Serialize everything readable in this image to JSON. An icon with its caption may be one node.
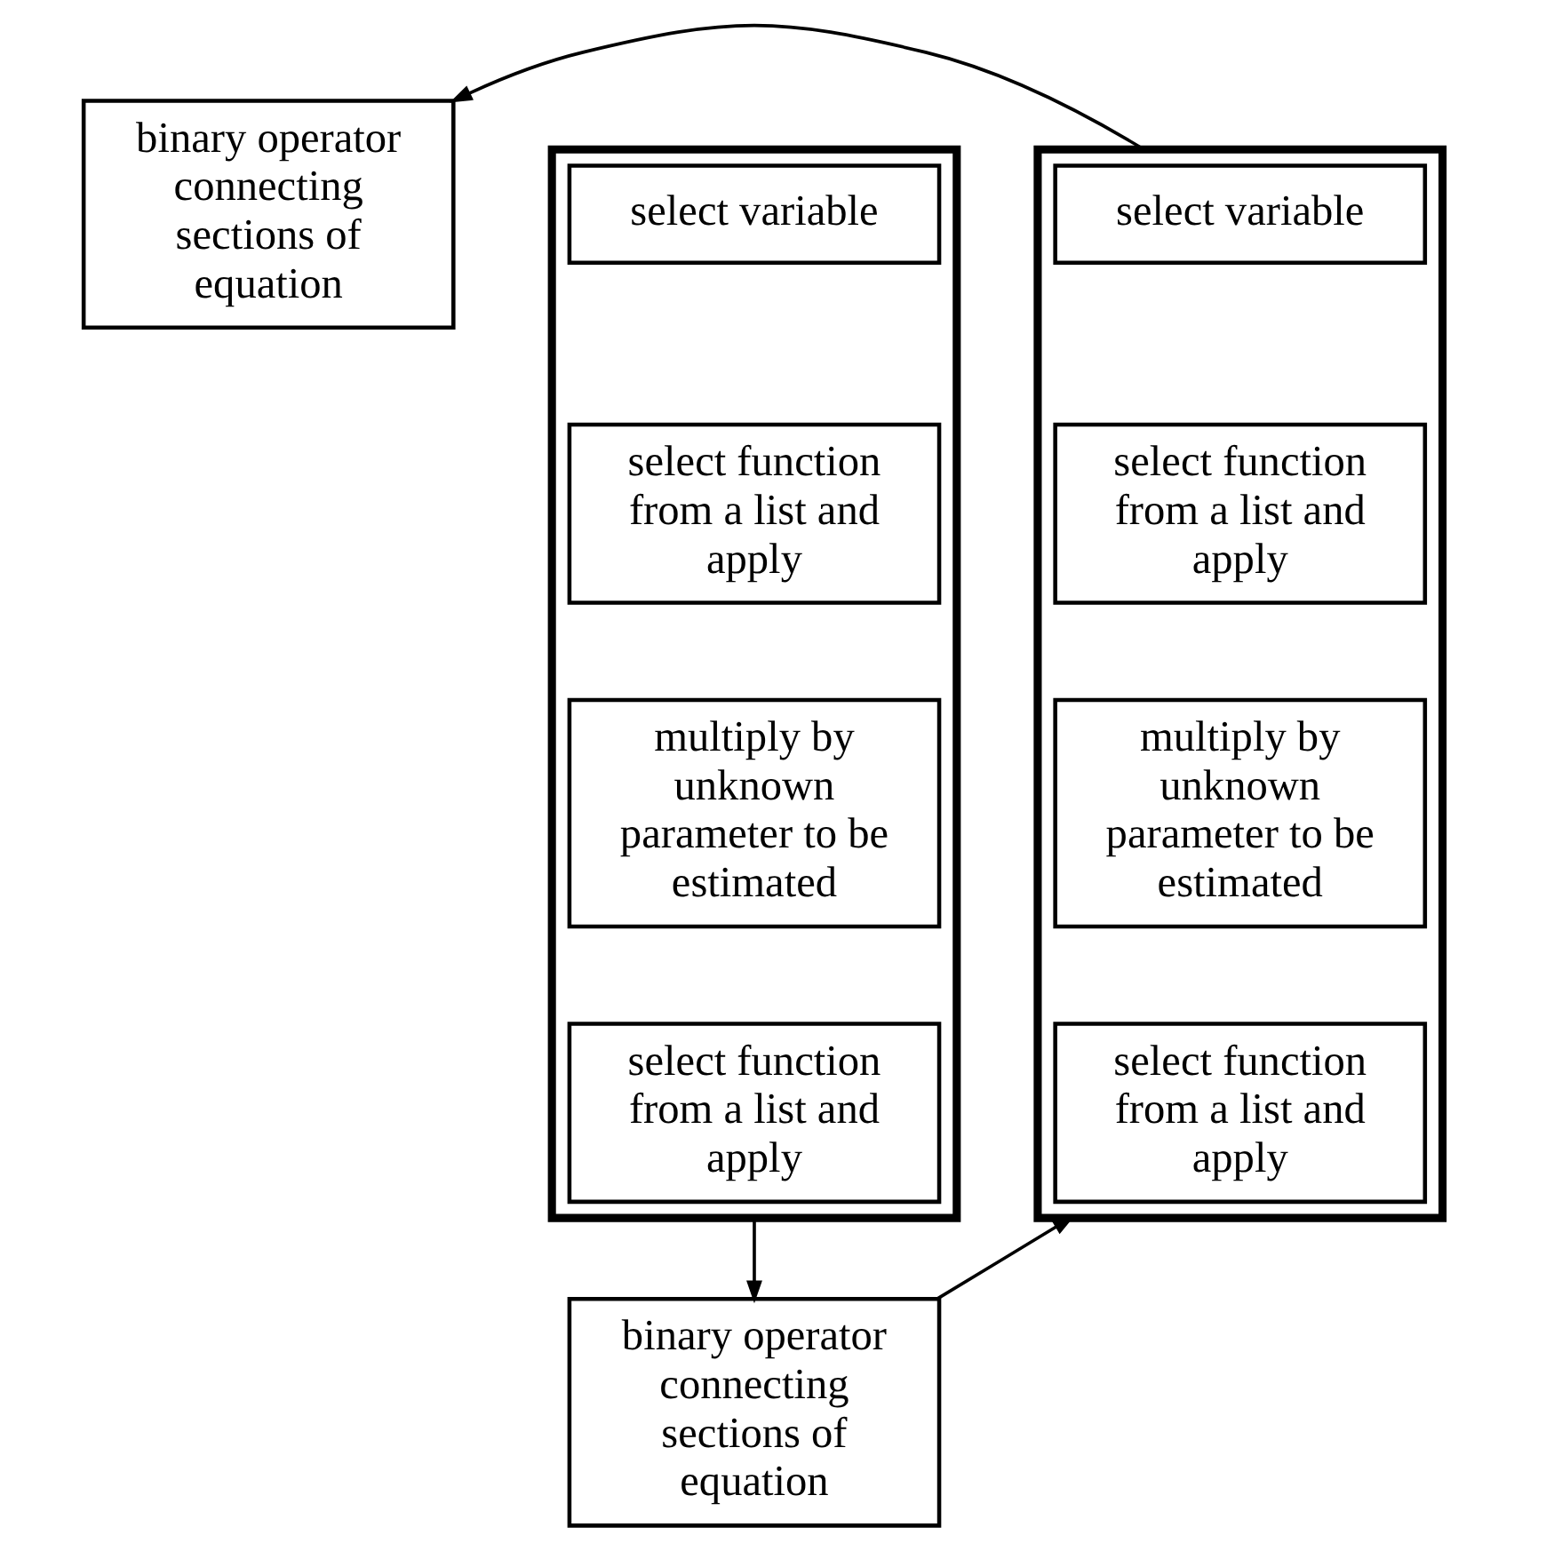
{
  "diagram": {
    "nodes": [
      {
        "text": [
          "binary operator connecting sections of equation"
        ]
      },
      {
        "text": [],
        "shape": "box"
      },
      {
        "text": [
          "select variable"
        ],
        "in": 1
      },
      {
        "text": [
          "select function from a list and apply"
        ],
        "in": 1
      },
      {
        "text": [
          "multiply by unknown parameter to be estimated"
        ],
        "in": 1
      },
      {
        "text": [
          "select function from a list and apply"
        ],
        "in": 1
      },
      {
        "text": [],
        "shape": "box"
      },
      {
        "text": [
          "select variable"
        ],
        "in": 6
      },
      {
        "text": [
          "select function from a list and apply"
        ],
        "in": 6
      },
      {
        "text": [
          "multiply by unknown parameter to be estimated"
        ],
        "in": 6
      },
      {
        "text": [
          "select function from a list and apply"
        ],
        "in": 6
      },
      {
        "text": [
          "binary operator connecting sections of equation"
        ]
      }
    ],
    "edges": [
      {
        "from": 1,
        "to": 11,
        "arrow": "to"
      },
      {
        "from": 11,
        "to": 6,
        "arrow": "to"
      },
      {
        "from": 6,
        "to": 0,
        "arrow": "to"
      }
    ]
  }
}
